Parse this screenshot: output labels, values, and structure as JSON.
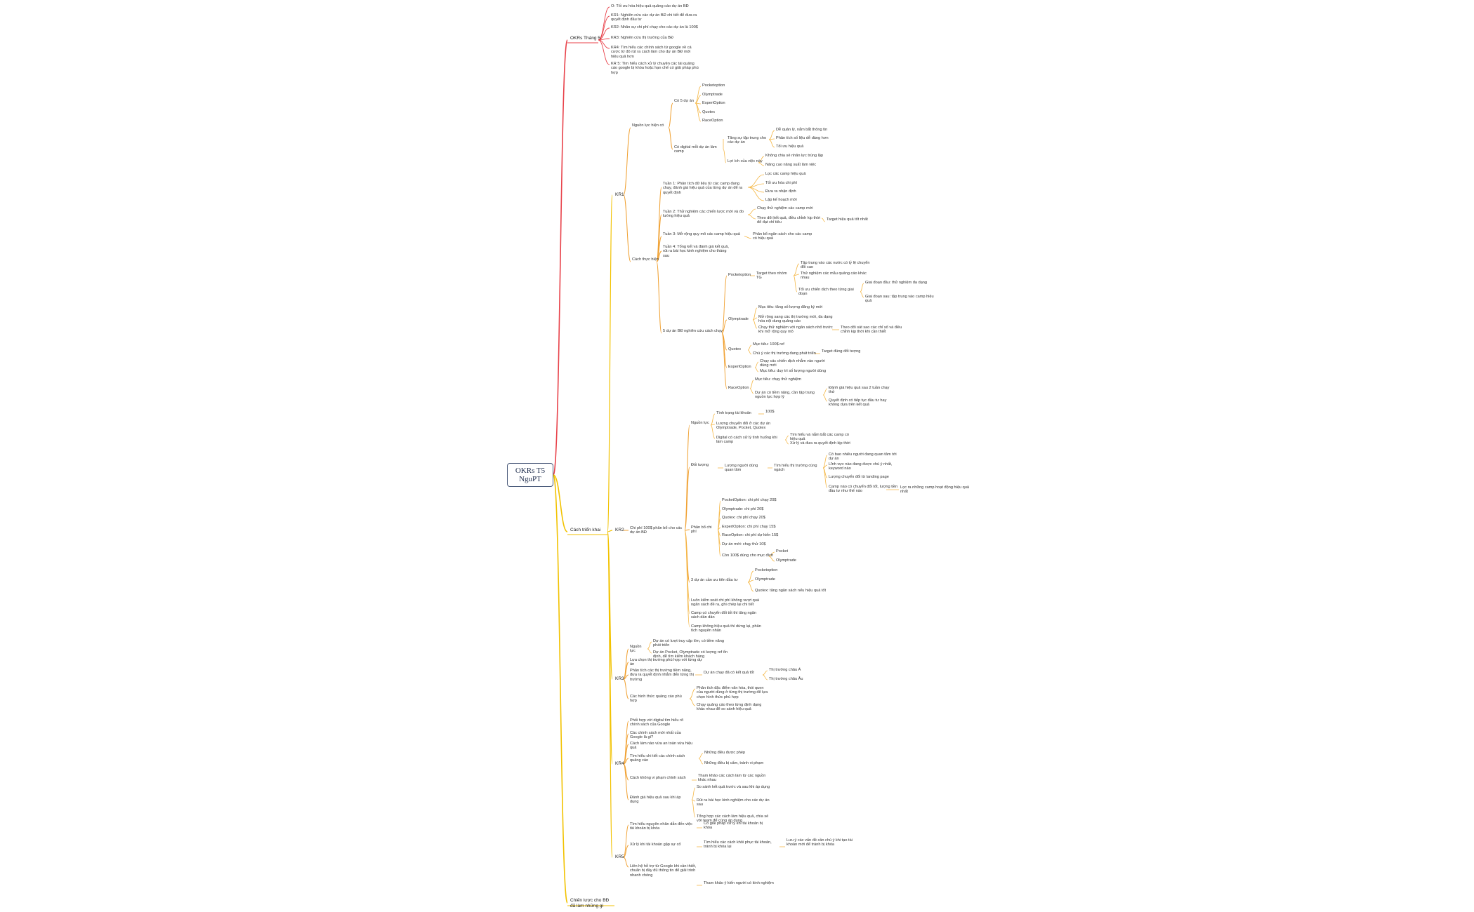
{
  "root": "OKRs T5 NguPT",
  "colors": {
    "okr": "#e8424a",
    "impl": "#f2c200",
    "next": "#f2c200",
    "sub": "#f0a030",
    "deep": "#f5b848",
    "root_border": "#4a5a7a"
  },
  "branches": {
    "okr": {
      "label": "OKRs Tháng 5",
      "items": [
        "O: Tối ưu hóa hiệu quả quảng cáo dự án BĐ",
        "KR1: Nghiên cứu các dự án BĐ chi tiết để đưa ra quyết định đầu tư",
        "KR2: Nhân sự chi phí chạy cho các dự án là 100$",
        "KR3: Nghiên cứu thị trường của BĐ",
        "KR4: Tìm hiểu các chính sách từ google về cá cược từ đó rút ra cách làm cho dự án BĐ mới hiệu quả hơn",
        "KR 5: Tìm hiểu cách xử lý chuyện các tài quảng cáo google bị khóa hoặc hạn chế có giải pháp phù hợp"
      ]
    },
    "impl": {
      "label": "Cách triển khai",
      "kr1": {
        "label": "KR1",
        "nguon": {
          "label": "Nguồn lực hiện có",
          "duan": {
            "label": "Có 5 dự án",
            "items": [
              "Pocketoption",
              "Olymptrade",
              "ExpertOption",
              "Quotex",
              "RaceOption"
            ]
          },
          "digital": {
            "label": "Có digital mỗi dự án làm camp",
            "tang": {
              "label": "Tăng sự tập trung cho các dự án",
              "items": [
                "Dễ quản lý, nắm bắt thông tin",
                "Phân tích số liệu dễ dàng hơn",
                "Tối ưu hiệu quả"
              ]
            },
            "loiich": {
              "label": "Lợi ích của việc này",
              "items": [
                "Không chia sẻ nhân lực trùng lặp",
                "Nâng cao năng suất làm việc"
              ]
            }
          }
        },
        "cach": {
          "label": "Cách thực hiện",
          "t1": {
            "label": "Tuần 1: Phân tích dữ liệu từ các camp đang chạy, đánh giá hiệu quả của từng dự án để ra quyết định",
            "items": [
              "Lọc các camp hiệu quả",
              "Tối ưu hóa chi phí",
              "Đưa ra nhận định",
              "Lập kế hoạch mới"
            ]
          },
          "t2": {
            "label": "Tuần 2: Thử nghiệm các chiến lược mới và đo lường hiệu quả",
            "items": [
              "Chạy thử nghiệm các camp mới",
              "Theo dõi kết quả, điều chỉnh kịp thời để đạt chỉ tiêu"
            ],
            "result": "Target hiệu quả tốt nhất"
          },
          "t3": {
            "label": "Tuần 3: Mở rộng quy mô các camp hiệu quả",
            "note": "Phân bổ ngân sách cho các camp có hiệu quả"
          },
          "t4": {
            "label": "Tuần 4: Tổng kết và đánh giá kết quả, rút ra bài học kinh nghiệm cho tháng sau"
          },
          "duan5": {
            "label": "5 dự án BĐ nghiên cứu cách chạy",
            "pocket": {
              "label": "Pocketoption",
              "sub": "Target theo nhóm TG",
              "items": [
                "Tập trung vào các nước có tỷ lệ chuyển đổi cao",
                "Thử nghiệm các mẫu quảng cáo khác nhau"
              ],
              "deep": {
                "label": "Tối ưu chiến dịch theo từng giai đoạn",
                "items": [
                  "Giai đoạn đầu: thử nghiệm đa dạng",
                  "Giai đoạn sau: tập trung vào camp hiệu quả"
                ]
              }
            },
            "olymp": {
              "label": "Olymptrade",
              "items": [
                "Mục tiêu: tăng số lượng đăng ký mới",
                "Mở rộng sang các thị trường mới, đa dạng hóa nội dung quảng cáo",
                "Chạy thử nghiệm với ngân sách nhỏ trước khi mở rộng quy mô"
              ],
              "note": "Theo dõi sát sao các chỉ số và điều chỉnh kịp thời khi cần thiết"
            },
            "quotex": {
              "label": "Quotex",
              "items": [
                "Mục tiêu: 100$ ref",
                "Chú ý các thị trường đang phát triển"
              ],
              "note": "Target đúng đối tượng"
            },
            "expert": {
              "label": "ExpertOption",
              "items": [
                "Chạy các chiến dịch nhắm vào người dùng mới",
                "Mục tiêu: duy trì số lượng người dùng"
              ]
            },
            "race": {
              "label": "RaceOption",
              "items": [
                "Mục tiêu: chạy thử nghiệm",
                "Dự án có tiềm năng, cần tập trung nguồn lực hợp lý"
              ],
              "deep": [
                "Đánh giá hiệu quả sau 2 tuần chạy thử",
                "Quyết định có tiếp tục đầu tư hay không dựa trên kết quả"
              ]
            }
          }
        }
      },
      "kr2": {
        "label": "KR2",
        "main": "Chi phí 100$ phân bổ cho các dự án BĐ",
        "nguon": {
          "label": "Nguồn lực",
          "items": [
            "Tình trạng tài khoản",
            "Lượng chuyển đổi ở các dự án Olymptrade, Pocket, Quotex",
            "Digital có cách xử lý tình huống khi làm camp"
          ],
          "sub1": [
            "100$"
          ],
          "sub2": [
            "Tìm hiểu và nắm bắt các camp có hiệu quả",
            "Xử lý và đưa ra quyết định kịp thời"
          ]
        },
        "doituong": {
          "label": "Đối tượng",
          "sub": "Lượng người dùng quan tâm",
          "sub2": "Tìm hiểu thị trường cùng ngách",
          "items": [
            "Có bao nhiêu người đang quan tâm tới dự án",
            "Lĩnh vực nào đang được chú ý nhất, keyword nào",
            "Lượng chuyển đổi từ landing page",
            "Camp nào có chuyển đổi tốt, lượng tiền đầu tư như thế nào"
          ],
          "note": "Lọc ra những camp hoạt động hiệu quả nhất"
        },
        "phanbo": {
          "label": "Phân bổ chi phí",
          "items": [
            "PocketOption: chi phí chạy 20$",
            "Olymptrade: chi phí 20$",
            "Quotex: chi phí chạy 20$",
            "ExpertOption: chi phí chạy 15$",
            "RaceOption: chi phí dự kiến 15$",
            "Dự án mới: chạy thử 10$",
            "Còn 100$ dùng cho mục đích"
          ],
          "sub": [
            "Pocket",
            "Olymptrade"
          ]
        },
        "dautu": {
          "label": "3 dự án cần ưu tiên đầu tư",
          "items": [
            "Pocketoption",
            "Olymptrade",
            "Quotex: tăng ngân sách nếu hiệu quả tốt"
          ]
        },
        "extra": [
          "Luôn kiểm soát chi phí không vượt quá ngân sách đề ra, ghi chép lại chi tiết",
          "Camp có chuyển đổi tốt thì tăng ngân sách dần dần",
          "Camp không hiệu quả thì dừng lại, phân tích nguyên nhân"
        ]
      },
      "kr3": {
        "label": "KR3",
        "nguon": {
          "label": "Nguồn lực",
          "items": [
            "Dự án có lượt truy cập lớn, có tiềm năng phát triển",
            "Dự án Pocket, Olymptrade có lượng ref ổn định, dễ tìm kiếm khách hàng"
          ]
        },
        "luachon": "Lựa chọn thị trường phù hợp với từng dự án",
        "phantich": {
          "label": "Phân tích các thị trường tiềm năng, đưa ra quyết định nhắm đến từng thị trường",
          "sub": "Dự án chạy đã có kết quả tốt",
          "items": [
            "Thị trường châu Á",
            "Thị trường châu Âu"
          ]
        },
        "giaiphap": {
          "label": "Các hình thức quảng cáo phù hợp",
          "items": [
            "Phân tích đặc điểm văn hóa, thói quen của người dùng ở từng thị trường để lựa chọn hình thức phù hợp",
            "Chạy quảng cáo theo từng định dạng khác nhau để so sánh hiệu quả"
          ]
        }
      },
      "kr4": {
        "label": "KR4",
        "items": [
          "Phối hợp với digital tìm hiểu rõ chính sách của Google",
          "Các chính sách mới nhất của Google là gì?",
          "Cách làm nào vừa an toàn vừa hiệu quả"
        ],
        "timhieu": {
          "label": "Tìm hiểu chi tiết các chính sách quảng cáo",
          "items": [
            "Những điều được phép",
            "Những điều bị cấm, tránh vi phạm"
          ]
        },
        "khac": {
          "label": "Cách không vi phạm chính sách",
          "note": "Tham khảo các cách làm từ các nguồn khác nhau"
        },
        "hieuqua": {
          "label": "Đánh giá hiệu quả sau khi áp dụng",
          "items": [
            "So sánh kết quả trước và sau khi áp dụng",
            "Rút ra bài học kinh nghiệm cho các dự án sau",
            "Tổng hợp các cách làm hiệu quả, chia sẻ với team để cùng áp dụng"
          ]
        }
      },
      "kr5": {
        "label": "KR5",
        "items": [
          "Tìm hiểu nguyên nhân dẫn đến việc tài khoản bị khóa",
          "Xử lý khi tài khoản gặp sự cố",
          "Liên hệ hỗ trợ từ Google khi cần thiết, chuẩn bị đầy đủ thông tin để giải trình nhanh chóng"
        ],
        "sub1": "Có giải pháp xử lý khi tài khoản bị khóa",
        "sub2": "Tìm hiểu các cách khôi phục tài khoản, tránh bị khóa lại",
        "note": "Lưu ý các vấn đề cần chú ý khi tạo tài khoản mới để tránh bị khóa",
        "note2": "Tham khảo ý kiến người có kinh nghiệm"
      }
    },
    "next": {
      "label": "Chiến lược cho BĐ đã làm những gì"
    }
  }
}
